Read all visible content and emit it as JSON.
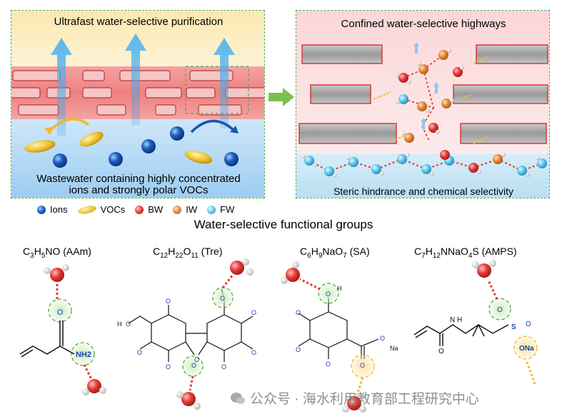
{
  "left_panel": {
    "title": "Ultrafast water-selective purification",
    "caption_line1": "Wastewater containing highly concentrated",
    "caption_line2": "ions and strongly polar VOCs"
  },
  "right_panel": {
    "title": "Confined water-selective highways",
    "caption": "Steric hindrance and chemical selectivity"
  },
  "legend": {
    "items": [
      {
        "label": "Ions",
        "color": "#1d5fc4"
      },
      {
        "label": "VOCs",
        "color": "#e8c02b"
      },
      {
        "label": "BW",
        "color": "#e53935"
      },
      {
        "label": "IW",
        "color": "#e8893a"
      },
      {
        "label": "FW",
        "color": "#5ec8ee"
      }
    ]
  },
  "section_title": "Water-selective functional groups",
  "molecules": [
    {
      "name": "AAm",
      "formula_parts": [
        "C",
        "3",
        "H",
        "5",
        "NO"
      ],
      "suffix": "(AAm)",
      "group_label": "NH2"
    },
    {
      "name": "Tre",
      "formula_parts": [
        "C",
        "12",
        "H",
        "22",
        "O",
        "11"
      ],
      "suffix": "(Tre)",
      "atom_o": "O",
      "atom_h": "H"
    },
    {
      "name": "SA",
      "formula_parts": [
        "C",
        "6",
        "H",
        "9",
        "NaO",
        "7"
      ],
      "suffix": "(SA)",
      "atom_na": "Na"
    },
    {
      "name": "AMPS",
      "formula_parts": [
        "C",
        "7",
        "H",
        "12",
        "NNaO",
        "4",
        "S"
      ],
      "suffix": "(AMPS)",
      "atom_s": "S",
      "atom_n": "N",
      "group_label": "ONa"
    }
  ],
  "watermark": {
    "text": "公众号 · 海水利用教育部工程研究中心"
  },
  "colors": {
    "bound_water": "#e53935",
    "intermediate_water": "#e8893a",
    "free_water": "#5ec8ee",
    "ion": "#1d5fc4",
    "voc": "#e8c02b",
    "highlight_green": "#4caf50",
    "highlight_yellow": "#f2b632"
  }
}
